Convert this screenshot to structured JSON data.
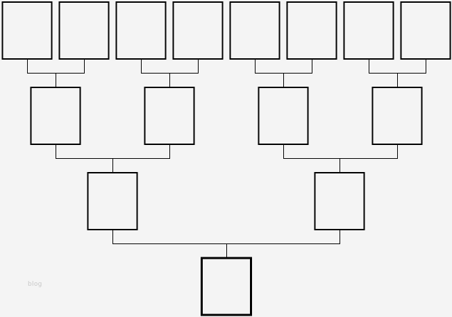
{
  "watermark": {
    "text": "blog"
  },
  "colors": {
    "background": "#f4f4f4",
    "box_fill": "#f4f4f4",
    "box_stroke": "#000000",
    "connector": "#000000",
    "watermark": "#c8c8c8"
  },
  "tree": {
    "generations": 4,
    "boxes_per_generation": [
      8,
      4,
      2,
      1
    ]
  }
}
